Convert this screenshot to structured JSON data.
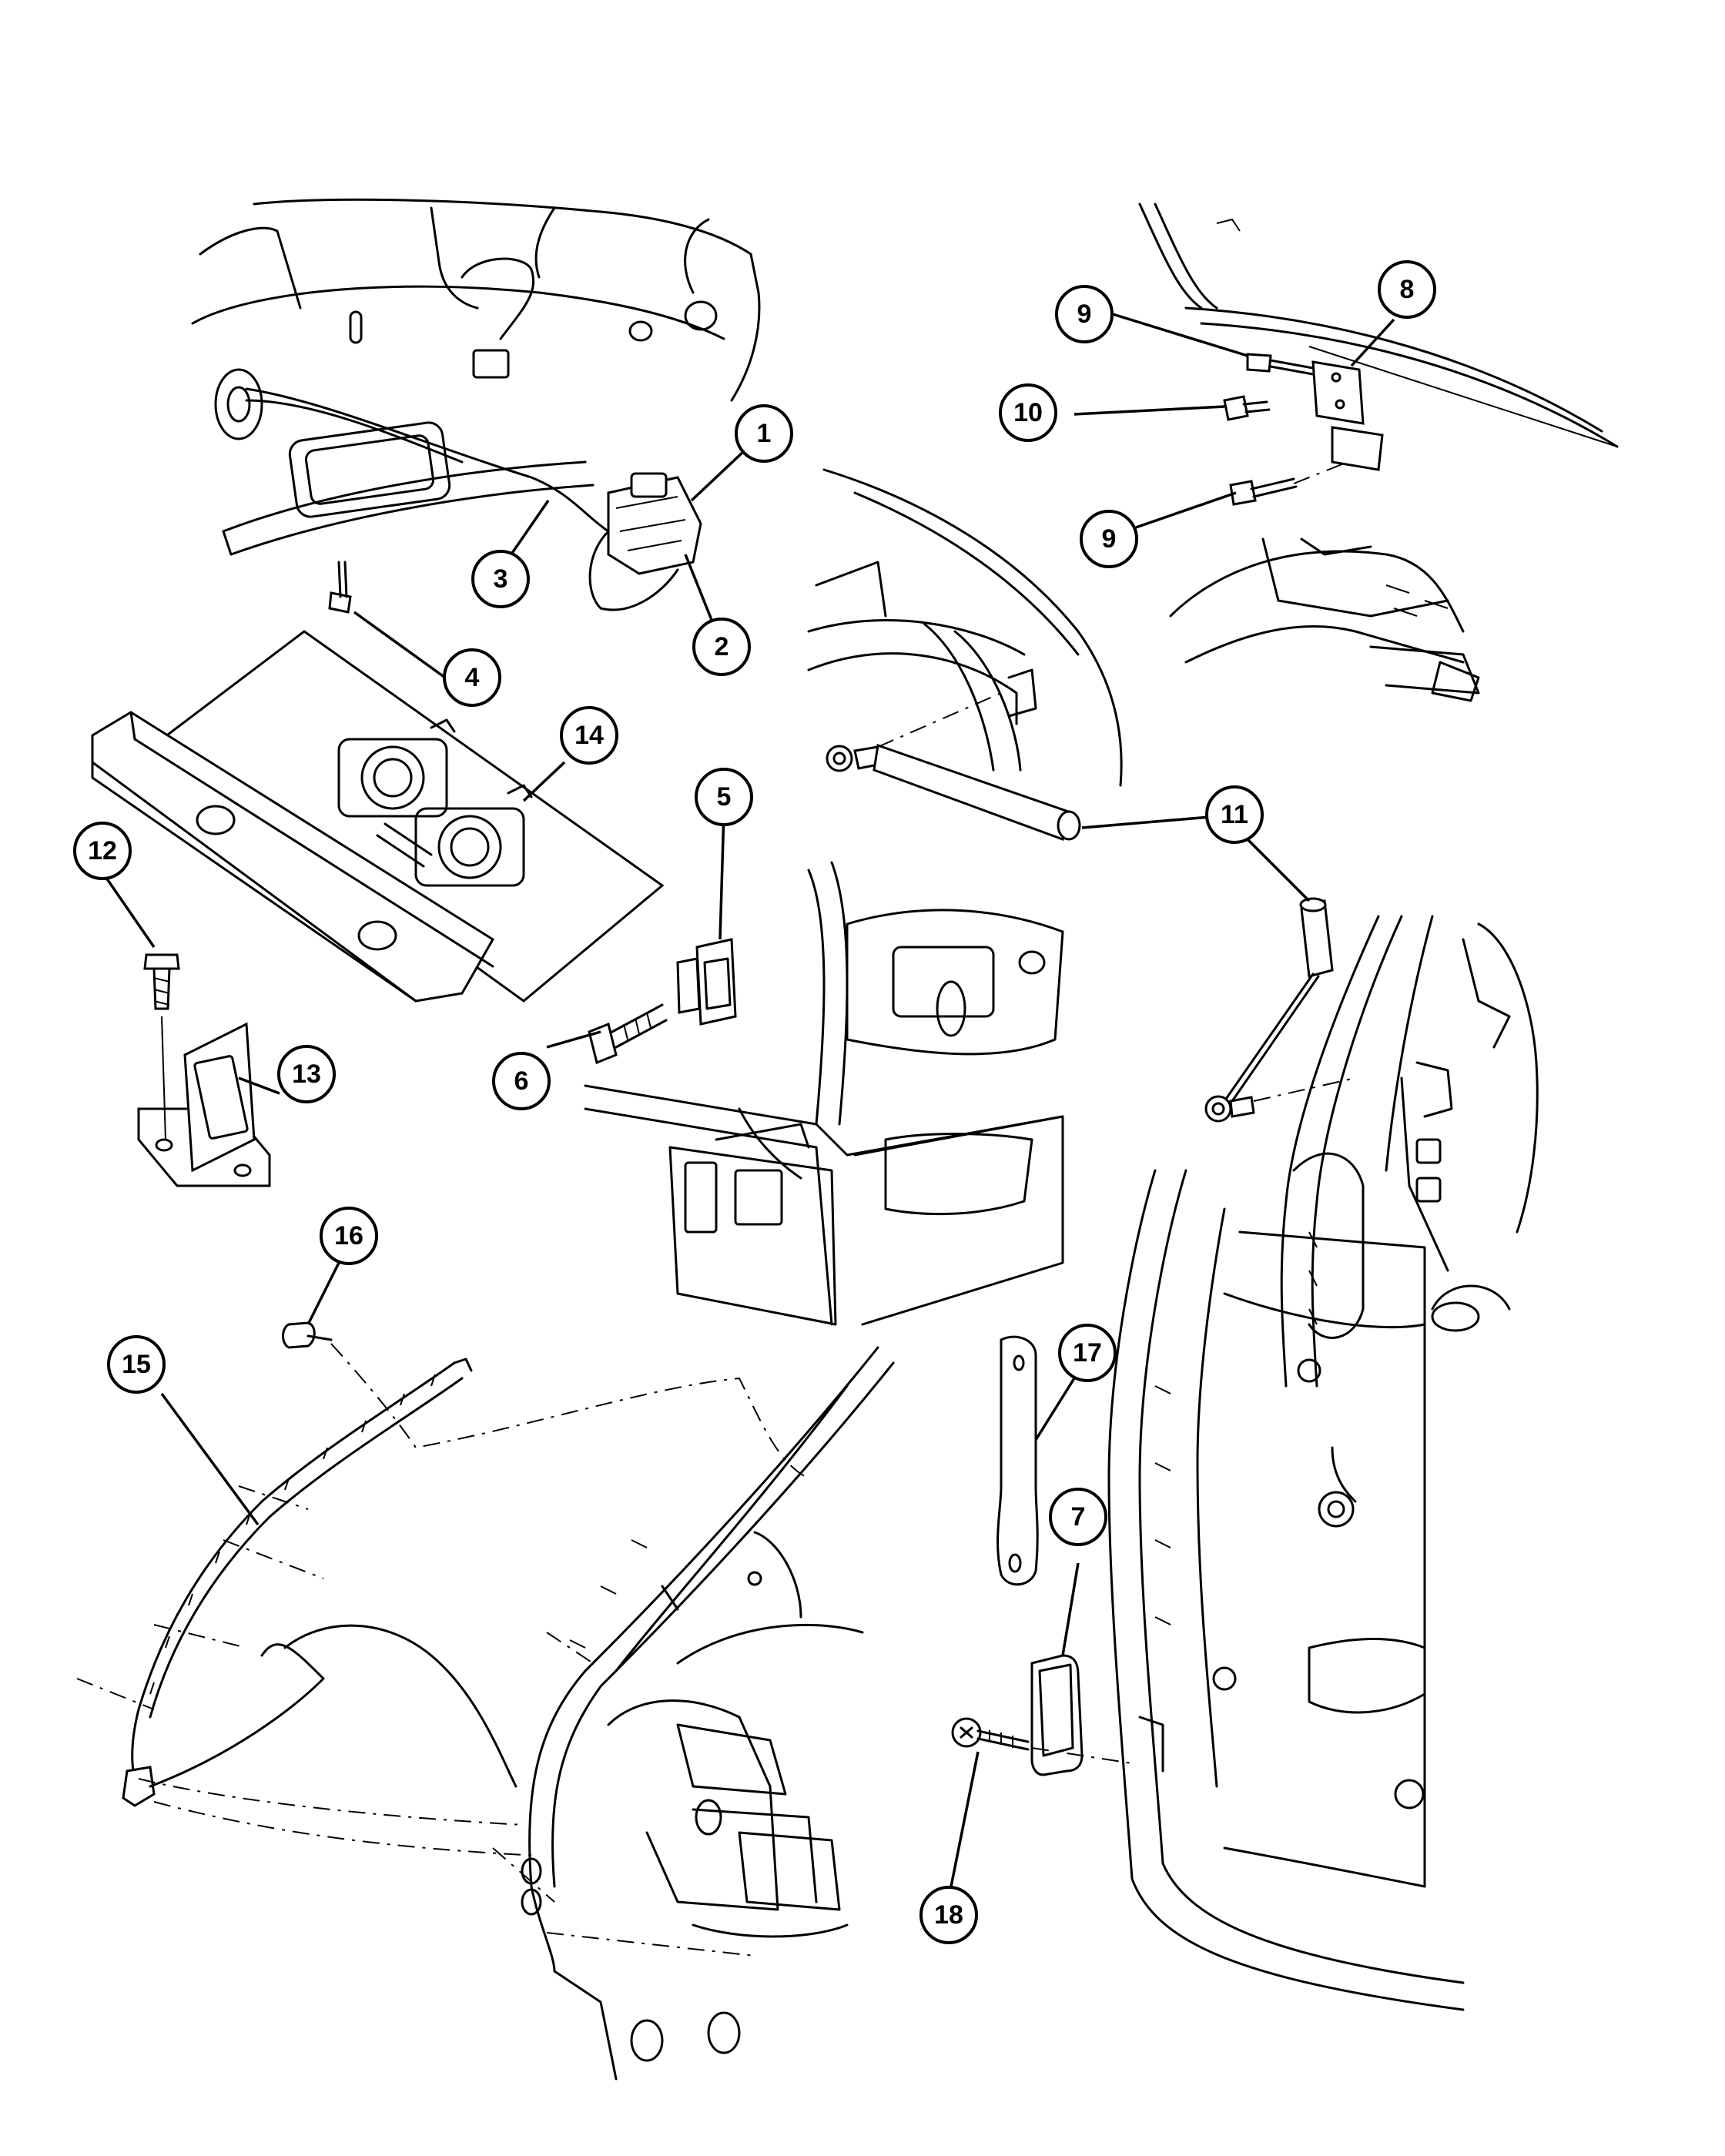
{
  "callouts": [
    {
      "id": "c1",
      "label": "1"
    },
    {
      "id": "c2",
      "label": "2"
    },
    {
      "id": "c3",
      "label": "3"
    },
    {
      "id": "c4",
      "label": "4"
    },
    {
      "id": "c5",
      "label": "5"
    },
    {
      "id": "c6",
      "label": "6"
    },
    {
      "id": "c7",
      "label": "7"
    },
    {
      "id": "c8",
      "label": "8"
    },
    {
      "id": "c9a",
      "label": "9"
    },
    {
      "id": "c9b",
      "label": "9"
    },
    {
      "id": "c10",
      "label": "10"
    },
    {
      "id": "c11",
      "label": "11"
    },
    {
      "id": "c12",
      "label": "12"
    },
    {
      "id": "c13",
      "label": "13"
    },
    {
      "id": "c14",
      "label": "14"
    },
    {
      "id": "c15",
      "label": "15"
    },
    {
      "id": "c16",
      "label": "16"
    },
    {
      "id": "c17",
      "label": "17"
    },
    {
      "id": "c18",
      "label": "18"
    }
  ]
}
